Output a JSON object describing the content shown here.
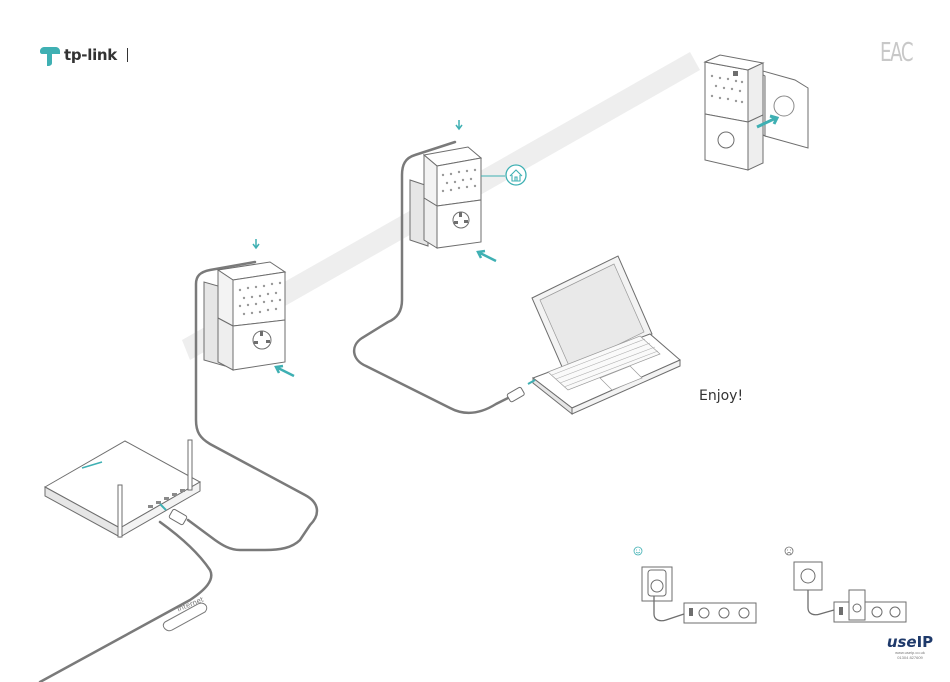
{
  "brand": {
    "name": "tp-link"
  },
  "certification_mark": "EAC",
  "labels": {
    "enjoy": "Enjoy!",
    "internet": "Internet"
  },
  "footer_brand": {
    "name_part1": "use",
    "name_part2": "IP",
    "line1": "www.useip.co.uk",
    "line2": "01304 827609"
  },
  "colors": {
    "accent": "#3fb0b3",
    "outline": "#6e6e6e",
    "cable": "#7a7a7a",
    "light_fill": "#f0f0f0",
    "band": "#efefef"
  },
  "icons": [
    "home-icon",
    "happy-face-icon",
    "sad-face-icon",
    "down-arrow-icon",
    "push-arrow-icon"
  ]
}
